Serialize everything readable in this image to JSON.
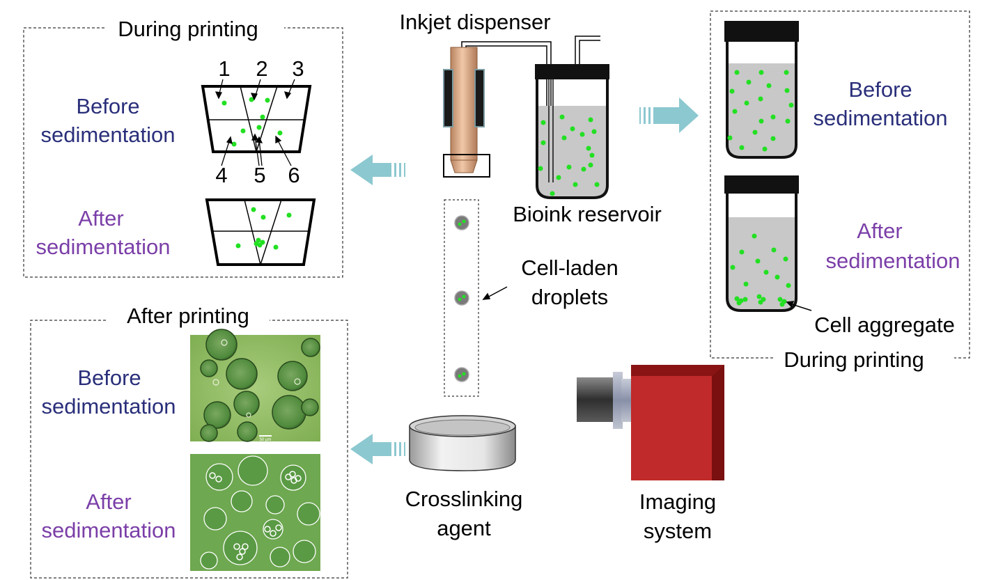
{
  "colors": {
    "before": "#2a2f7a",
    "after": "#7b3fa8",
    "cell": "#22e022",
    "arrow": "#8cc8d0",
    "camera_red": "#c02a2a",
    "liquid": "#c8c8c8",
    "dispenser": "#d9a37d"
  },
  "icons": [
    "inkjet-dispenser-icon",
    "bioink-reservoir-icon",
    "crosslinking-dish-icon",
    "camera-icon",
    "arrow-icon",
    "vial-icon"
  ],
  "panel_during_left": {
    "title": "During printing",
    "before_line1": "Before",
    "before_line2": "sedimentation",
    "after_line1": "After",
    "after_line2": "sedimentation",
    "labels": [
      "1",
      "2",
      "3",
      "4",
      "5",
      "6"
    ]
  },
  "panel_after": {
    "title": "After printing",
    "before_line1": "Before",
    "before_line2": "sedimentation",
    "after_line1": "After",
    "after_line2": "sedimentation",
    "scale_bar": "50 µm"
  },
  "panel_during_right": {
    "title": "During printing",
    "before_line1": "Before",
    "before_line2": "sedimentation",
    "after_line1": "After",
    "after_line2": "sedimentation",
    "aggregate": "Cell aggregate"
  },
  "center": {
    "dispenser": "Inkjet dispenser",
    "reservoir": "Bioink reservoir",
    "droplets_line1": "Cell-laden",
    "droplets_line2": "droplets",
    "crosslink_line1": "Crosslinking",
    "crosslink_line2": "agent",
    "imaging_line1": "Imaging",
    "imaging_line2": "system"
  }
}
